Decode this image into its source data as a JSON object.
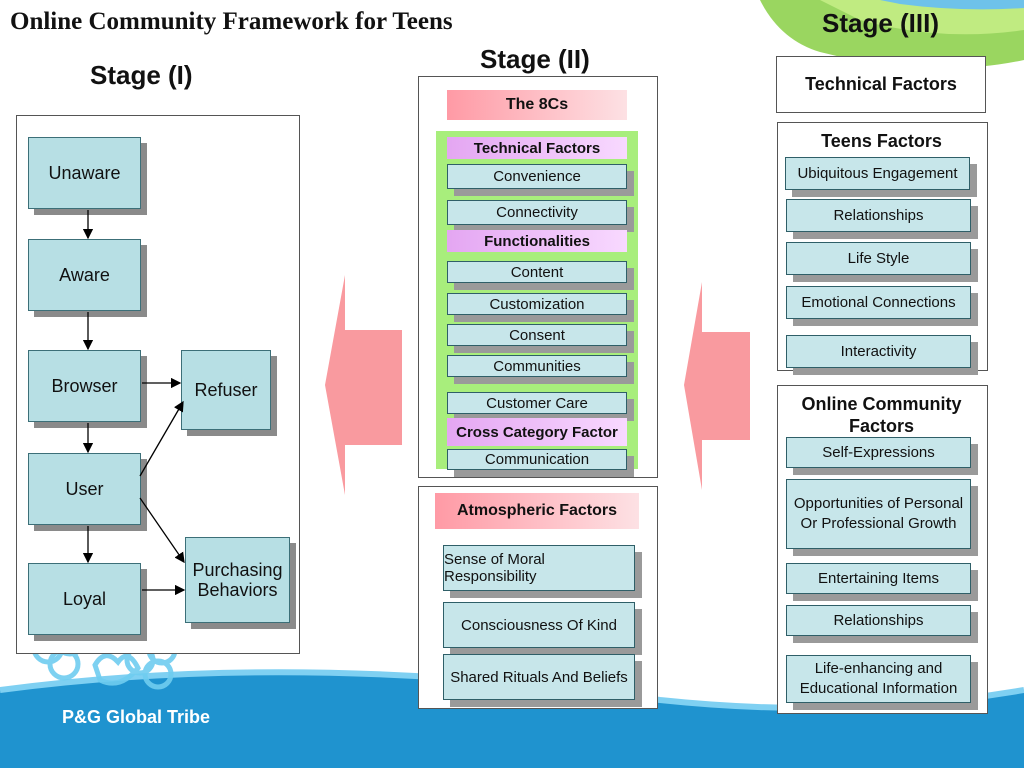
{
  "title": "Online Community Framework for Teens",
  "stage1": {
    "label": "Stage (I)",
    "nodes": [
      "Unaware",
      "Aware",
      "Browser",
      "User",
      "Loyal"
    ],
    "refuser": "Refuser",
    "purchasing": "Purchasing Behaviors"
  },
  "stage2": {
    "label": "Stage (II)",
    "the8cs": "The 8Cs",
    "technical_title": "Technical Factors",
    "technical": [
      "Convenience",
      "Connectivity"
    ],
    "functional_title": "Functionalities",
    "functional": [
      "Content",
      "Customization",
      "Consent",
      "Communities",
      "Customer Care"
    ],
    "cross_title": "Cross Category Factor",
    "cross": [
      "Communication"
    ],
    "atmos_title": "Atmospheric Factors",
    "atmos": [
      "Sense of Moral Responsibility",
      "Consciousness Of Kind",
      "Shared Rituals And Beliefs"
    ]
  },
  "stage3": {
    "label": "Stage (III)",
    "technical_title": "Technical Factors",
    "teens_title": "Teens Factors",
    "teens": [
      "Ubiquitous Engagement",
      "Relationships",
      "Life Style",
      "Emotional Connections",
      "Interactivity"
    ],
    "online_title": "Online Community Factors",
    "online": [
      "Self-Expressions",
      "Opportunities of Personal Or Professional Growth",
      "Entertaining Items",
      "Relationships",
      "Life-enhancing and Educational Information"
    ]
  },
  "footer": "P&G Global Tribe",
  "colors": {
    "box_fill": "#b7dfe4",
    "arrow_pink": "#f99a9f",
    "green_panel": "#a8ee7c",
    "footer_blue": "#1f93cf"
  }
}
